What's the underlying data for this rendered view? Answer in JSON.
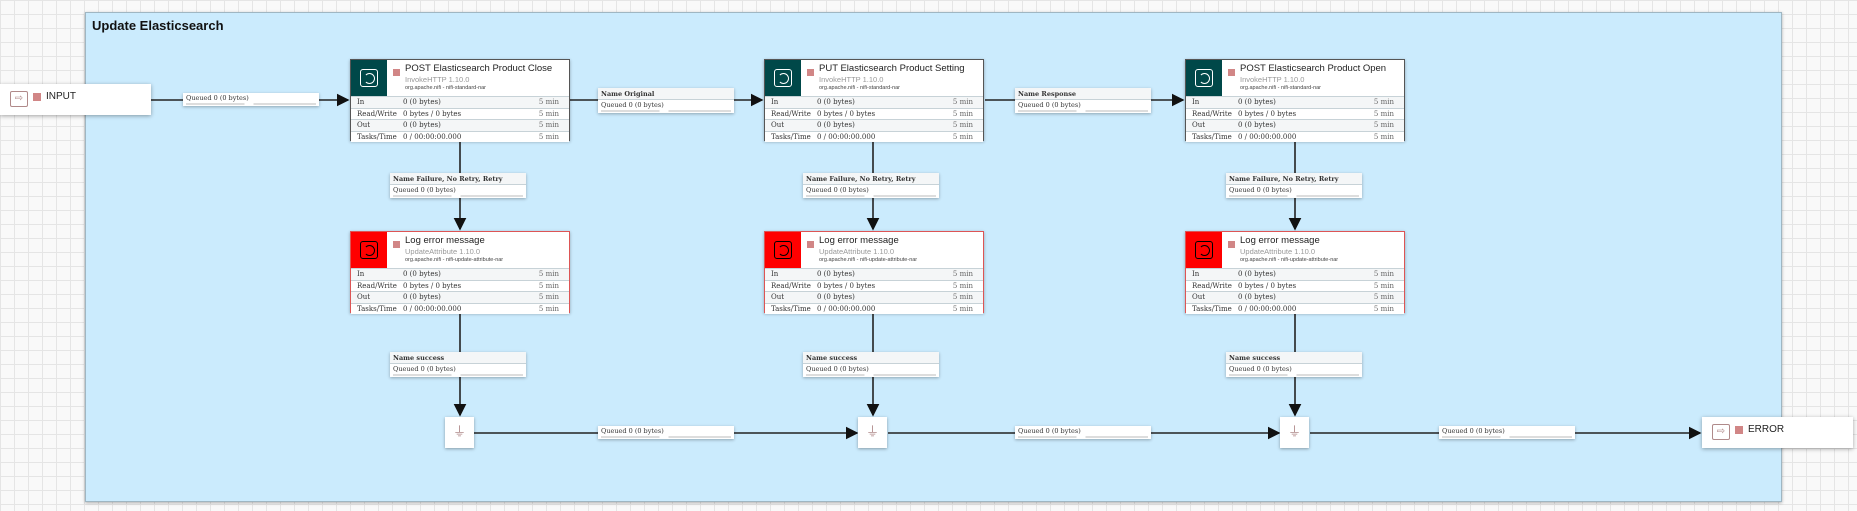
{
  "group": {
    "title": "Update Elasticsearch"
  },
  "input_port": {
    "name": "INPUT"
  },
  "output_port": {
    "name": "ERROR"
  },
  "stat_labels": {
    "in": "In",
    "rw": "Read/Write",
    "out": "Out",
    "tasks": "Tasks/Time"
  },
  "processors": [
    {
      "title": "POST Elasticsearch Product Close",
      "type": "InvokeHTTP 1.10.0",
      "bundle": "org.apache.nifi - nifi-standard-nar",
      "in": "0 (0 bytes)",
      "rw": "0 bytes / 0 bytes",
      "out": "0 (0 bytes)",
      "tasks": "0 / 00:00:00.000",
      "window": "5 min"
    },
    {
      "title": "PUT Elasticsearch Product Setting",
      "type": "InvokeHTTP 1.10.0",
      "bundle": "org.apache.nifi - nifi-standard-nar",
      "in": "0 (0 bytes)",
      "rw": "0 bytes / 0 bytes",
      "out": "0 (0 bytes)",
      "tasks": "0 / 00:00:00.000",
      "window": "5 min"
    },
    {
      "title": "POST Elasticsearch Product Open",
      "type": "InvokeHTTP 1.10.0",
      "bundle": "org.apache.nifi - nifi-standard-nar",
      "in": "0 (0 bytes)",
      "rw": "0 bytes / 0 bytes",
      "out": "0 (0 bytes)",
      "tasks": "0 / 00:00:00.000",
      "window": "5 min"
    },
    {
      "title": "Log error message",
      "type": "UpdateAttribute 1.10.0",
      "bundle": "org.apache.nifi - nifi-update-attribute-nar",
      "in": "0 (0 bytes)",
      "rw": "0 bytes / 0 bytes",
      "out": "0 (0 bytes)",
      "tasks": "0 / 00:00:00.000",
      "window": "5 min"
    },
    {
      "title": "Log error message",
      "type": "UpdateAttribute 1.10.0",
      "bundle": "org.apache.nifi - nifi-update-attribute-nar",
      "in": "0 (0 bytes)",
      "rw": "0 bytes / 0 bytes",
      "out": "0 (0 bytes)",
      "tasks": "0 / 00:00:00.000",
      "window": "5 min"
    },
    {
      "title": "Log error message",
      "type": "UpdateAttribute 1.10.0",
      "bundle": "org.apache.nifi - nifi-update-attribute-nar",
      "in": "0 (0 bytes)",
      "rw": "0 bytes / 0 bytes",
      "out": "0 (0 bytes)",
      "tasks": "0 / 00:00:00.000",
      "window": "5 min"
    }
  ],
  "connections": [
    {
      "name": "",
      "queued": "Queued  0 (0 bytes)"
    },
    {
      "name": "Name  Original",
      "queued": "Queued  0 (0 bytes)"
    },
    {
      "name": "Name  Response",
      "queued": "Queued  0 (0 bytes)"
    },
    {
      "name": "Name  Failure, No Retry, Retry",
      "queued": "Queued  0 (0 bytes)"
    },
    {
      "name": "Name  Failure, No Retry, Retry",
      "queued": "Queued  0 (0 bytes)"
    },
    {
      "name": "Name  Failure, No Retry, Retry",
      "queued": "Queued  0 (0 bytes)"
    },
    {
      "name": "Name  success",
      "queued": "Queued  0 (0 bytes)"
    },
    {
      "name": "Name  success",
      "queued": "Queued  0 (0 bytes)"
    },
    {
      "name": "Name  success",
      "queued": "Queued  0 (0 bytes)"
    },
    {
      "name": "",
      "queued": "Queued  0 (0 bytes)"
    },
    {
      "name": "",
      "queued": "Queued  0 (0 bytes)"
    },
    {
      "name": "",
      "queued": "Queued  0 (0 bytes)"
    }
  ]
}
